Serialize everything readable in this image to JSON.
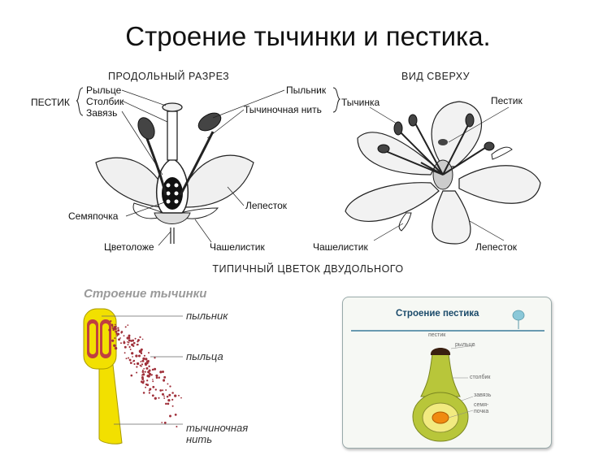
{
  "title": "Строение тычинки и пестика.",
  "top_left": {
    "heading": "ПРОДОЛЬНЫЙ РАЗРЕЗ",
    "group_label": "ПЕСТИК",
    "labels": {
      "stigma": "Рыльце",
      "style": "Столбик",
      "ovary": "Завязь",
      "anther": "Пыльник",
      "filament": "Тычиночная нить",
      "petal": "Лепесток",
      "ovule": "Семяпочка",
      "receptacle": "Цветоложе",
      "sepal": "Чашелистик"
    }
  },
  "top_right": {
    "heading": "ВИД СВЕРХУ",
    "labels": {
      "stamen": "Тычинка",
      "pistil": "Пестик",
      "sepal": "Чашелистик",
      "petal": "Лепесток"
    }
  },
  "caption": "ТИПИЧНЫЙ ЦВЕТОК ДВУДОЛЬНОГО",
  "stamen_diagram": {
    "title": "Строение тычинки",
    "labels": {
      "anther": "пыльник",
      "pollen": "пыльца",
      "filament_line1": "тычиночная",
      "filament_line2": "нить"
    },
    "colors": {
      "filament": "#f2e000",
      "anther_inner": "#b01010",
      "pollen": "#a0303a"
    }
  },
  "pistil_diagram": {
    "title": "Строение пестика",
    "labels": {
      "pistil": "пестик",
      "stigma": "рыльце",
      "style": "столбик",
      "ovary": "завязь",
      "ovule_line1": "семя-",
      "ovule_line2": "почка"
    },
    "colors": {
      "body": "#b8c63a",
      "stigma": "#3a2010",
      "ovule": "#f08a10"
    }
  }
}
